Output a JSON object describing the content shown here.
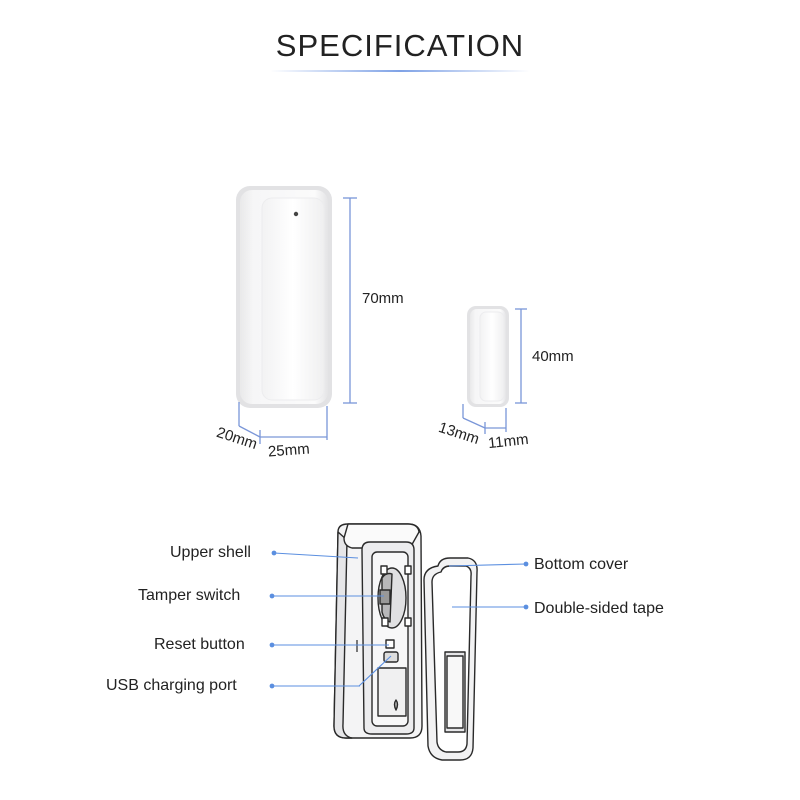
{
  "title": "SPECIFICATION",
  "sensor": {
    "height": "70mm",
    "depth": "20mm",
    "width": "25mm"
  },
  "magnet": {
    "height": "40mm",
    "depth": "13mm",
    "width": "11mm"
  },
  "labels": {
    "upper_shell": "Upper shell",
    "tamper_switch": "Tamper switch",
    "reset_button": "Reset button",
    "usb_port": "USB charging port",
    "bottom_cover": "Bottom cover",
    "tape": "Double-sided tape"
  },
  "colors": {
    "dimension_line": "#7a96d8",
    "leader_dot": "#5b8fe0"
  }
}
